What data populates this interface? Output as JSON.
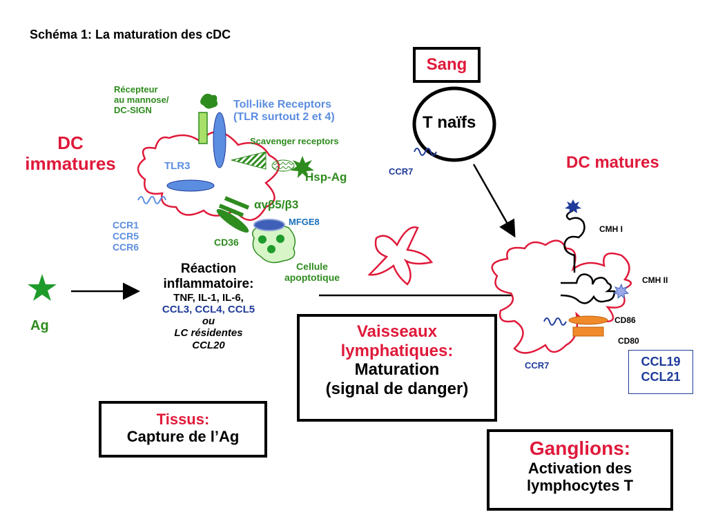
{
  "title": "Schéma 1: La maturation des cDC",
  "dc_immatures": [
    "DC",
    "immatures"
  ],
  "dc_matures": "DC matures",
  "recepteur_mannose": [
    "Récepteur",
    "au mannose/",
    "DC-SIGN"
  ],
  "toll_like": [
    "Toll-like Receptors",
    "(TLR surtout 2 et 4)"
  ],
  "scavenger": "Scavenger receptors",
  "hsp_ag": "Hsp-Ag",
  "tlr3": "TLR3",
  "integrin": "αvβ5/β3",
  "mfge8": "MFGE8",
  "cd36": "CD36",
  "ccr_list": [
    "CCR1",
    "CCR5",
    "CCR6"
  ],
  "cellule_apoptotique": [
    "Cellule",
    "apoptotique"
  ],
  "ag": "Ag",
  "reaction": [
    "Réaction",
    "inflammatoire:",
    "TNF, IL-1, IL-6,",
    "CCL3, CCL4, CCL5",
    "ou",
    "LC résidentes",
    "CCL20"
  ],
  "sang": "Sang",
  "t_naifs": "T naïfs",
  "ccr7_top": "CCR7",
  "ccr7_bottom": "CCR7",
  "cmh1": "CMH I",
  "cmh2": "CMH II",
  "cd86": "CD86",
  "cd80": "CD80",
  "ccl_box": [
    "CCL19",
    "CCL21"
  ],
  "tissus": [
    "Tissus:",
    "Capture de l’Ag"
  ],
  "vaisseaux": [
    "Vaisseaux",
    "lymphatiques:",
    "Maturation",
    "(signal de danger)"
  ],
  "ganglions": [
    "Ganglions:",
    "Activation des",
    "lymphocytes T"
  ],
  "colors": {
    "red": "#e0193a",
    "green": "#2e8b1e",
    "light_blue": "#5b8de0",
    "navy": "#1f3a9a"
  }
}
